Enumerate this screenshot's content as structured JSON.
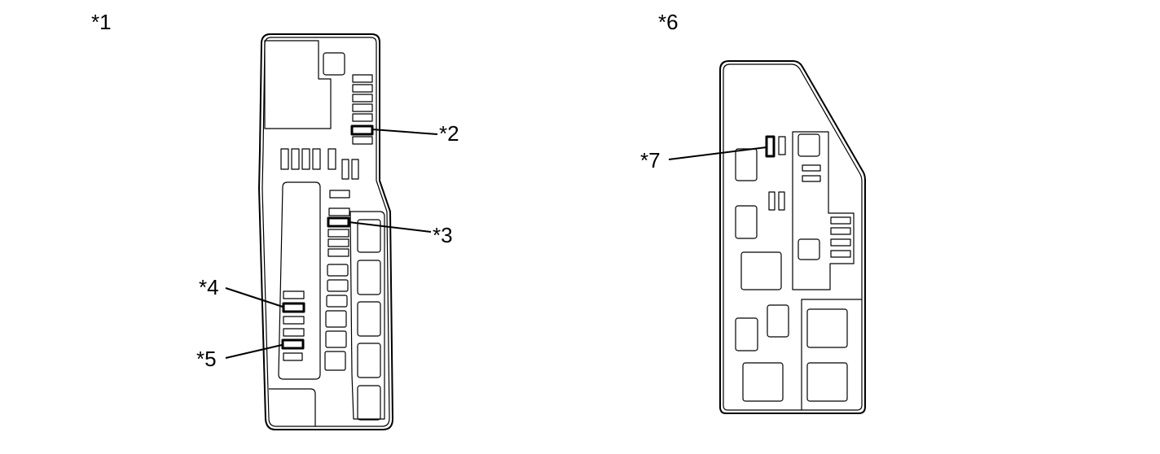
{
  "labels": {
    "l1": "*1",
    "l2": "*2",
    "l3": "*3",
    "l4": "*4",
    "l5": "*5",
    "l6": "*6",
    "l7": "*7"
  },
  "colors": {
    "line": "#000000",
    "background": "#ffffff"
  }
}
